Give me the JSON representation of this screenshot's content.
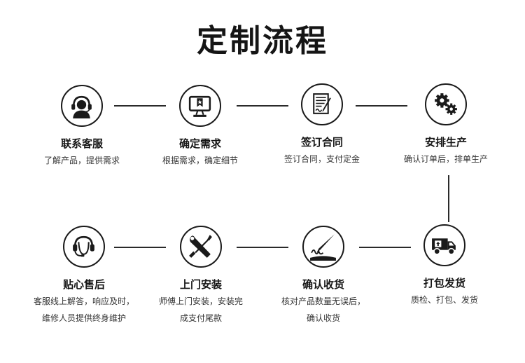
{
  "title": "定制流程",
  "steps": [
    {
      "title": "联系客服",
      "desc": [
        "了解产品，提供需求"
      ],
      "icon": "customer-service-icon"
    },
    {
      "title": "确定需求",
      "desc": [
        "根据需求，确定细节"
      ],
      "icon": "monitor-requirements-icon"
    },
    {
      "title": "签订合同",
      "desc": [
        "签订合同，支付定金"
      ],
      "icon": "contract-document-icon"
    },
    {
      "title": "安排生产",
      "desc": [
        "确认订单后，排单生产"
      ],
      "icon": "gears-icon"
    },
    {
      "title": "打包发货",
      "desc": [
        "质检、打包、发货"
      ],
      "icon": "delivery-truck-icon"
    },
    {
      "title": "确认收货",
      "desc": [
        "核对产品数量无误后，",
        "确认收货"
      ],
      "icon": "signature-pen-icon"
    },
    {
      "title": "上门安装",
      "desc": [
        "师傅上门安装，安装完",
        "成支付尾款"
      ],
      "icon": "tools-icon"
    },
    {
      "title": "贴心售后",
      "desc": [
        "客服线上解答，响应及时，",
        "维修人员提供终身维护"
      ],
      "icon": "headset-support-icon"
    }
  ]
}
